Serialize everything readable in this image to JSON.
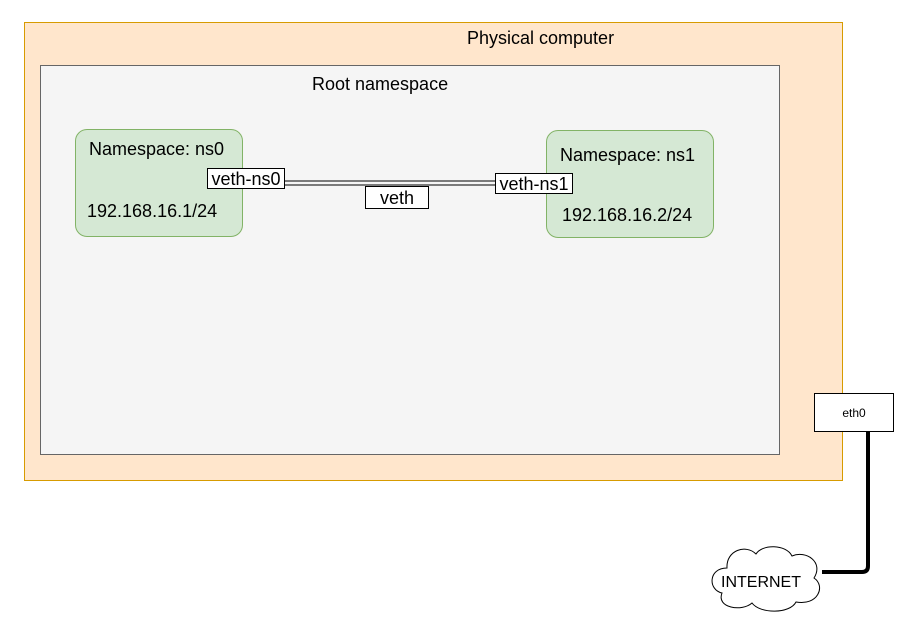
{
  "physical": {
    "title": "Physical computer"
  },
  "root": {
    "title": "Root namespace"
  },
  "ns0": {
    "title": "Namespace: ns0",
    "interface": "veth-ns0",
    "ip": "192.168.16.1/24"
  },
  "ns1": {
    "title": "Namespace: ns1",
    "interface": "veth-ns1",
    "ip": "192.168.16.2/24"
  },
  "link": {
    "label": "veth"
  },
  "eth0": {
    "label": "eth0"
  },
  "internet": {
    "label": "INTERNET"
  },
  "colors": {
    "physical_fill": "#ffe6cc",
    "physical_stroke": "#d79b00",
    "root_fill": "#f5f5f5",
    "namespace_fill": "#d5e8d4",
    "namespace_stroke": "#82b366"
  }
}
